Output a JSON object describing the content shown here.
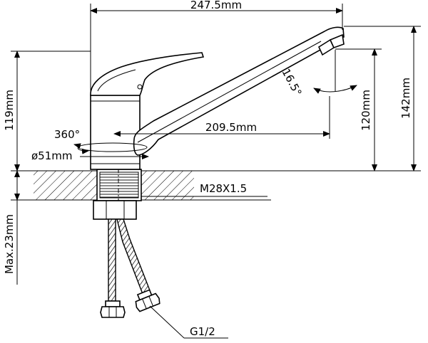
{
  "dimensions": {
    "overall_length": "247.5mm",
    "spout_length": "209.5mm",
    "spout_angle": "16.5°",
    "rotation": "360°",
    "base_diameter": "ø51mm",
    "body_height": "119mm",
    "spout_height": "120mm",
    "total_height": "142mm",
    "thread": "M28X1.5",
    "max_thickness": "Max.23mm",
    "hose_connection": "G1/2"
  }
}
